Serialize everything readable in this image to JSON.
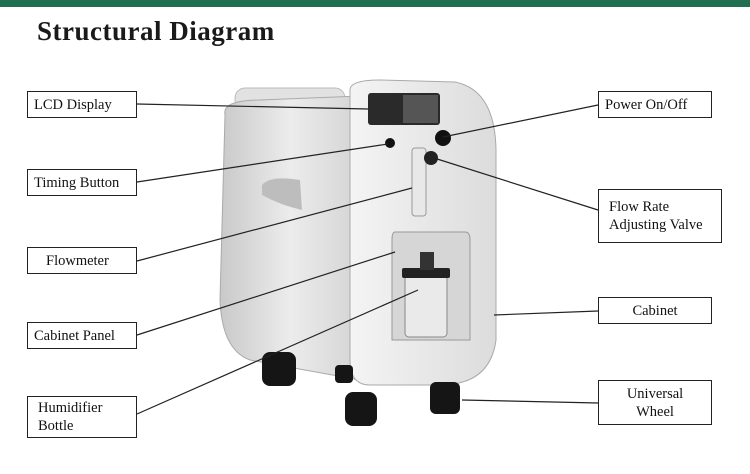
{
  "title": "Structural Diagram",
  "colors": {
    "top_bar": "#1e7050"
  },
  "labels": {
    "lcd_display": "LCD Display",
    "timing_button": "Timing Button",
    "flowmeter": "Flowmeter",
    "cabinet_panel": "Cabinet Panel",
    "humidifier_bottle_1": "Humidifier",
    "humidifier_bottle_2": "Bottle",
    "power": "Power On/Off",
    "flow_rate_1": "Flow Rate",
    "flow_rate_2": "Adjusting Valve",
    "cabinet": "Cabinet",
    "wheel_1": "Universal",
    "wheel_2": "Wheel"
  }
}
